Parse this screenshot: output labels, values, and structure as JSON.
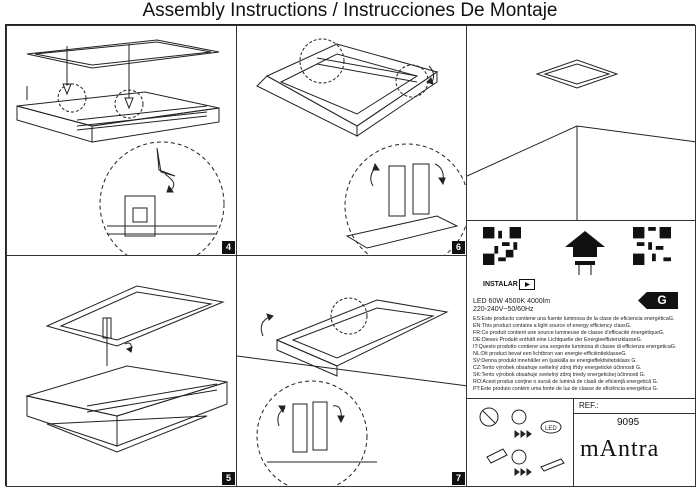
{
  "header": {
    "title": "Assembly Instructions / Instrucciones De Montaje"
  },
  "steps": {
    "s4": "4",
    "s5": "5",
    "s6": "6",
    "s7": "7"
  },
  "product": {
    "install_label": "INSTALAR",
    "spec_line1": "LED 60W 4500K 4000lm",
    "spec_line2": "220-240V~50/60Hz",
    "energy_grade": "G",
    "led_badge": "LED",
    "energy_notes": [
      "ES:Este producto contiene una fuente luminosa de la clase de eficiencia energéticaG.",
      "EN:This product contains a light source of energy efficiency classG.",
      "FR:Ce produit contient une source lumineuse de classe d'efficacité énergétiqueG.",
      "DE:Dieses Produkt enthält eine Lichtquelle der EnergieeffizienzklasseG.",
      "IT:Questo prodotto contiene una sorgente luminosa di classe di efficienza energeticaG.",
      "NL:Dit product bevat een lichtbron van energie-efficiëntieklasseG.",
      "SV:Denna produkt innehåller en ljuskälla av energieffektivitetsklass G.",
      "CZ:Tento výrobek obsahuje světelný zdroj třídy energetické účinnosti G.",
      "SK:Tento výrobok obsahuje svetelný zdroj triedy energetickej účinnosti G.",
      "RO:Acest produs conţine o sursă de lumină de clasă de eficienţă energetică G.",
      "PT:Este produto contém uma fonte de luz de classe de eficiência energética G."
    ],
    "ref_label": "REF.:",
    "ref_value": "9095",
    "brand": "mAntra"
  },
  "icons": {
    "ceiling": "ceiling-mount-icon",
    "arrow": "energy-arrow-icon",
    "qr": "qr-code-icon"
  }
}
